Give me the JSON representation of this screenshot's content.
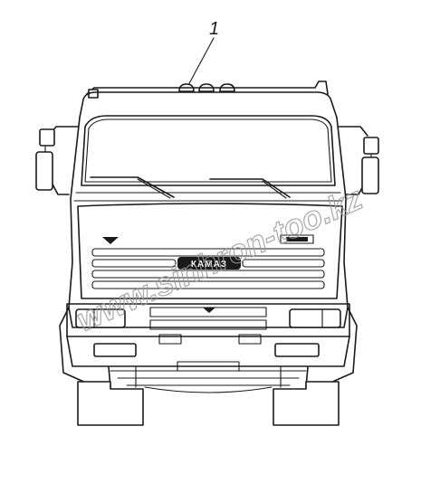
{
  "callout": {
    "number": "1"
  },
  "grille": {
    "brand": "КАМАЗ"
  },
  "watermark": {
    "text": "www.sinhron-too.kz"
  }
}
